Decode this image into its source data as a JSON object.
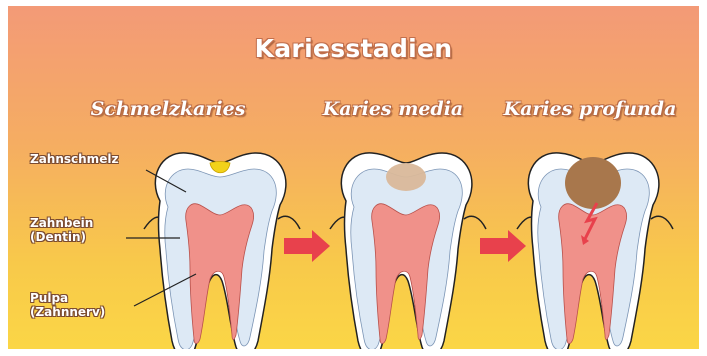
{
  "title": "Kariesstadien",
  "stages": [
    {
      "label": "Schmelzkaries"
    },
    {
      "label": "Karies media"
    },
    {
      "label": "Karies profunda"
    }
  ],
  "parts": {
    "enamel": "Zahnschmelz",
    "dentin_line1": "Zahnbein",
    "dentin_line2": "(Dentin)",
    "pulp_line1": "Pulpa",
    "pulp_line2": "(Zahnnerv)"
  },
  "colors": {
    "background_top": "#f39a77",
    "background_bottom": "#fbd646",
    "enamel": "#ffffff",
    "dentin": "#dde9f5",
    "pulp": "#f0918a",
    "caries_enamel": "#f2d21a",
    "caries_media": "#d9b89a",
    "caries_profunda": "#a8774c",
    "arrow": "#e8414c"
  }
}
